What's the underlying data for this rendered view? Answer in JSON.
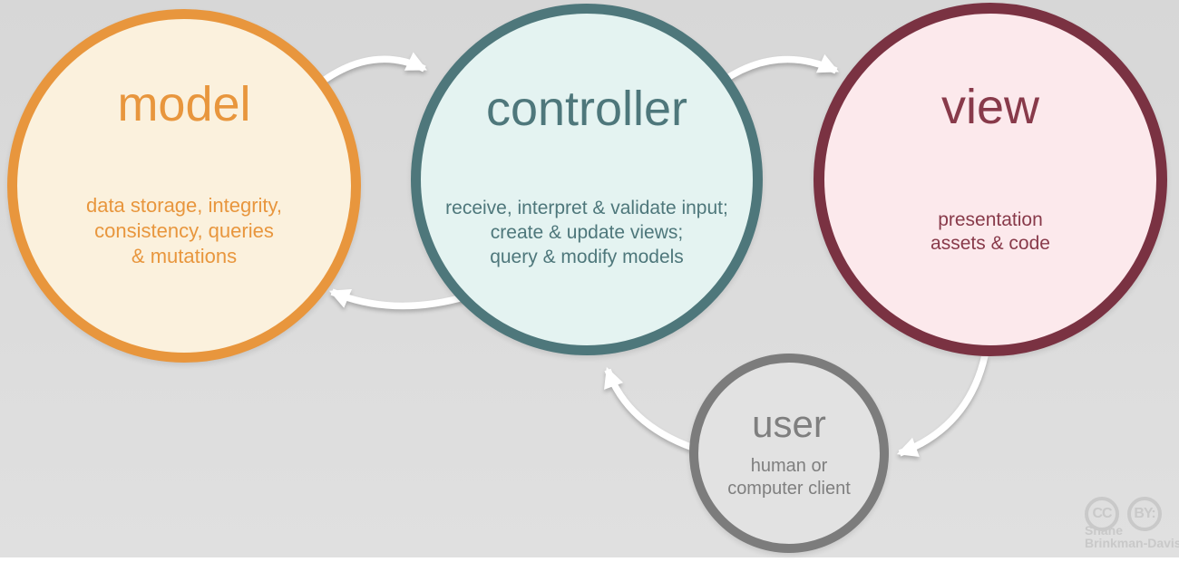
{
  "diagram": {
    "description_name": "model-view-controller-cycle"
  },
  "background": {
    "top_color": "#d7d7d7",
    "bottom_color": "#e0e0e0",
    "bottom_strip_color": "#ffffff"
  },
  "nodes": [
    {
      "id": "model",
      "title": "model",
      "lines": [
        "data storage, integrity,",
        "consistency, queries",
        "& mutations"
      ],
      "border_color": "#e8963d",
      "fill_color": "#fbf1dd",
      "text_color": "#e8963d"
    },
    {
      "id": "controller",
      "title": "controller",
      "lines": [
        "receive, interpret & validate input;",
        "create & update views;",
        "query & modify models"
      ],
      "border_color": "#4e777b",
      "fill_color": "#e4f3f1",
      "text_color": "#4e777b"
    },
    {
      "id": "view",
      "title": "view",
      "lines": [
        "presentation",
        "assets & code"
      ],
      "border_color": "#7a3242",
      "fill_color": "#fce9ec",
      "text_color": "#883a4a"
    },
    {
      "id": "user",
      "title": "user",
      "lines": [
        "human or",
        "computer client"
      ],
      "border_color": "#7c7c7c",
      "fill_color": "#e2e2e2",
      "text_color": "#7f7f7f"
    }
  ],
  "arrows": {
    "color": "#ffffff",
    "connections": [
      {
        "from": "model",
        "to": "controller"
      },
      {
        "from": "controller",
        "to": "view"
      },
      {
        "from": "controller",
        "to": "model"
      },
      {
        "from": "view",
        "to": "user"
      },
      {
        "from": "user",
        "to": "controller"
      }
    ]
  },
  "attribution": {
    "cc_icon_label": "CC",
    "by_icon_label": "BY:",
    "author_line1": "Shane",
    "author_line2": "Brinkman-Davis",
    "color": "#c9c9c9"
  }
}
